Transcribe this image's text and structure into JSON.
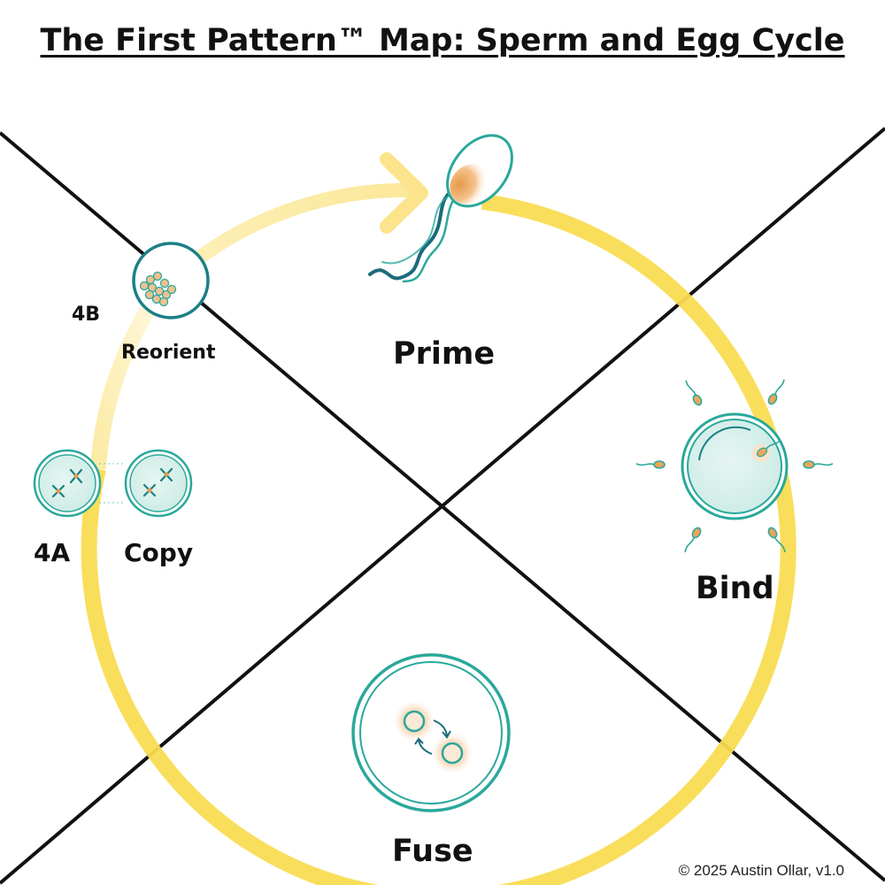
{
  "title": "The First Pattern™ Map: Sperm and Egg Cycle",
  "stages": {
    "prime": "Prime",
    "bind": "Bind",
    "fuse": "Fuse",
    "copy": "Copy",
    "copy_code": "4A",
    "reorient": "Reorient",
    "reorient_code": "4B"
  },
  "copyright": "© 2025 Austin Ollar, v1.0",
  "colors": {
    "cycle": "#f9dc52",
    "teal": "#2aa89b",
    "cell_fill": "#dcf1ec",
    "sperm_head": "#eda55a",
    "quadrant_lines": "#111111"
  },
  "icons": {
    "prime": "sperm-icon",
    "bind": "egg-with-sperm-icon",
    "fuse": "fusing-pronuclei-icon",
    "copy": "dividing-cell-icon",
    "reorient": "cell-cluster-icon"
  }
}
